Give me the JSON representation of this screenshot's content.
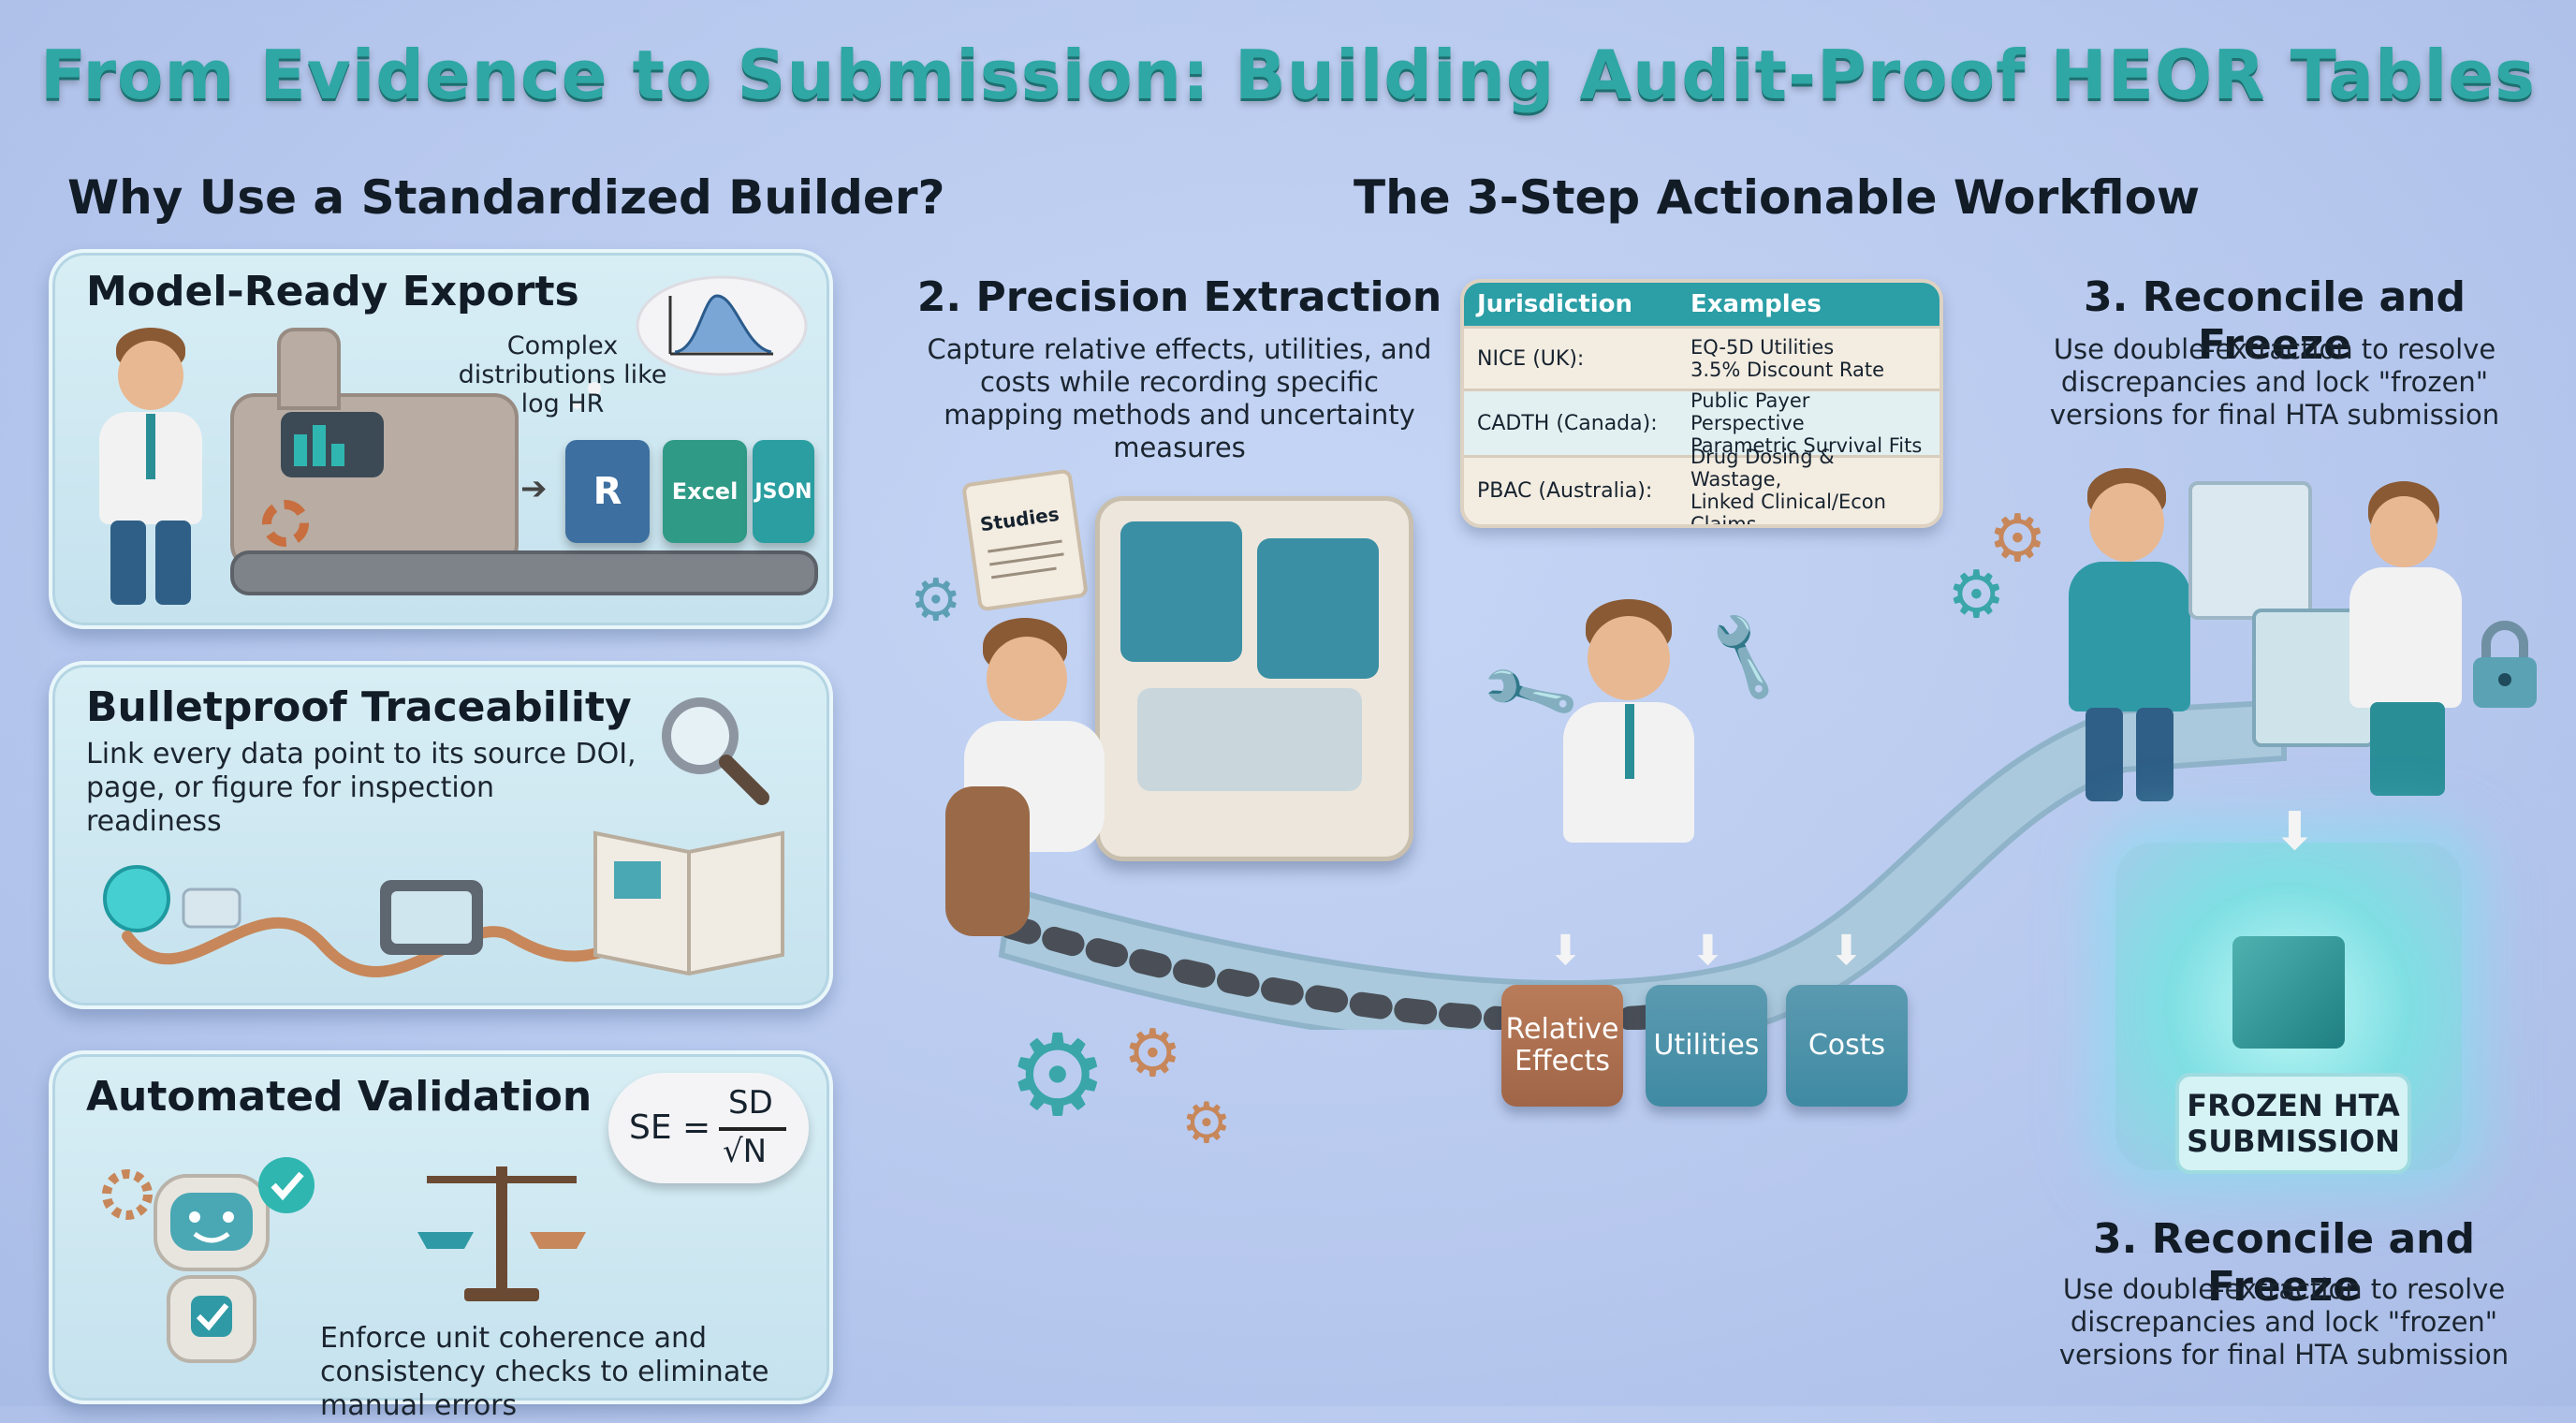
{
  "title": "From Evidence to Submission: Building Audit-Proof HEOR Tables",
  "left_heading": "Why Use a Standardized Builder?",
  "workflow_heading": "The 3-Step Actionable Workflow",
  "cards": {
    "exports": {
      "title": "Model-Ready Exports",
      "bubble": "Complex distributions like log HR",
      "files": [
        "R",
        "Excel",
        "JSON"
      ]
    },
    "traceability": {
      "title": "Bulletproof Traceability",
      "text": "Link every data point to its source DOI, page, or figure for inspection readiness"
    },
    "validation": {
      "title": "Automated Validation",
      "formula_left": "SE =",
      "formula_num": "SD",
      "formula_den": "√N",
      "text": "Enforce unit coherence and consistency checks to eliminate manual errors"
    }
  },
  "steps": {
    "extraction": {
      "title": "2. Precision Extraction",
      "text": "Capture relative effects, utilities, and costs while recording specific mapping methods and uncertainty measures",
      "scroll_label": "Studies"
    },
    "reconcile_top": {
      "title": "3. Reconcile and Freeze",
      "text": "Use double-extraction to resolve discrepancies and lock \"frozen\" versions for final HTA submission"
    },
    "reconcile_bottom": {
      "title": "3. Reconcile and Freeze",
      "text": "Use double-extraction to resolve discrepancies and lock \"frozen\" versions for final HTA submission"
    }
  },
  "jurisdiction_table": {
    "headers": [
      "Jurisdiction",
      "Examples"
    ],
    "rows": [
      {
        "jurisdiction": "NICE (UK):",
        "examples": [
          "EQ-5D Utilities",
          "3.5% Discount Rate"
        ]
      },
      {
        "jurisdiction": "CADTH (Canada):",
        "examples": [
          "Public Payer Perspective",
          "Parametric Survival Fits"
        ]
      },
      {
        "jurisdiction": "PBAC (Australia):",
        "examples": [
          "Drug Dosing & Wastage,",
          "Linked Clinical/Econ Claims"
        ]
      }
    ]
  },
  "bins": [
    "Relative Effects",
    "Utilities",
    "Costs"
  ],
  "frozen_label": "FROZEN HTA SUBMISSION",
  "colors": {
    "teal": "#2fa7a4",
    "teal_dark": "#1d6f70",
    "background": "#b7c8ee",
    "bin_brown": "#a96e4f",
    "bin_blue": "#3f8aa3",
    "table_header": "#2b9ea6"
  }
}
